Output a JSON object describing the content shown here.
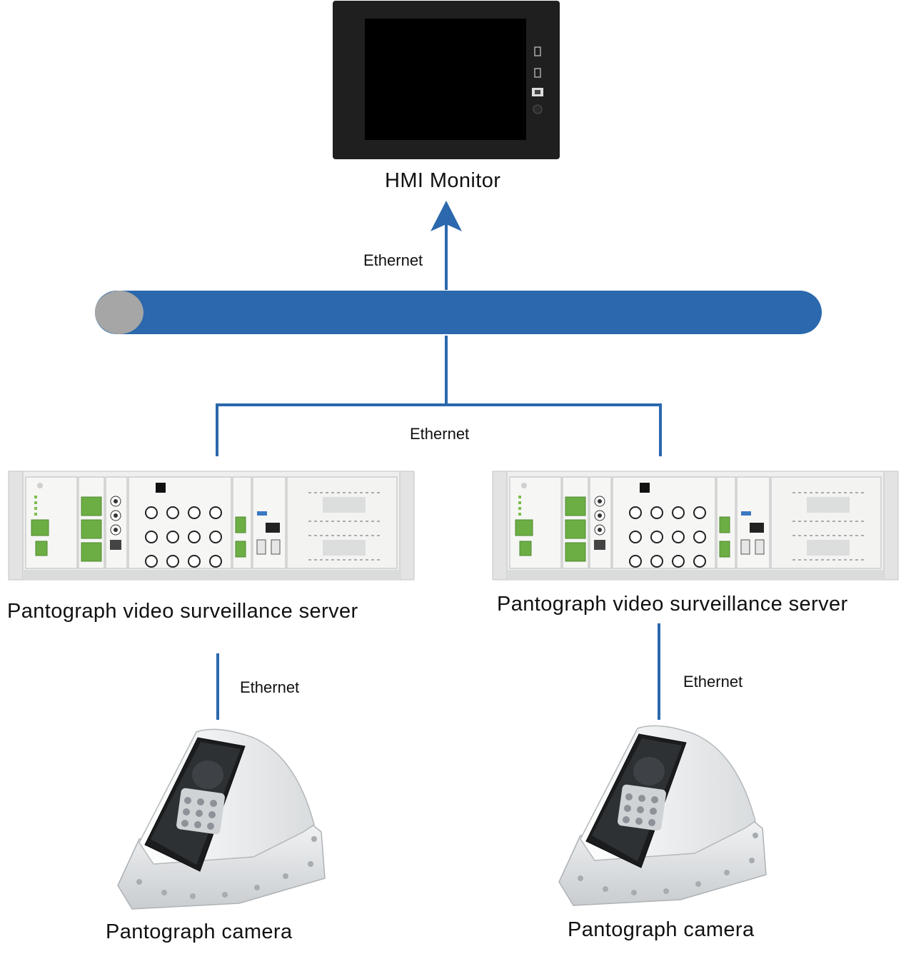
{
  "hmi": {
    "label": "HMI Monitor"
  },
  "servers": [
    {
      "label": "Pantograph video surveillance server"
    },
    {
      "label": "Pantograph video surveillance server"
    }
  ],
  "cameras": [
    {
      "label": "Pantograph camera"
    },
    {
      "label": "Pantograph camera"
    }
  ],
  "links": {
    "bus_to_hmi": "Ethernet",
    "servers_to_bus": "Ethernet",
    "camera_left": "Ethernet",
    "camera_right": "Ethernet"
  },
  "colors": {
    "link": "#2b68ad",
    "bus": "#2b68ad",
    "bus_cap": "#a6a6a6",
    "panel": "#e9ebea",
    "module_green": "#6cae44"
  }
}
